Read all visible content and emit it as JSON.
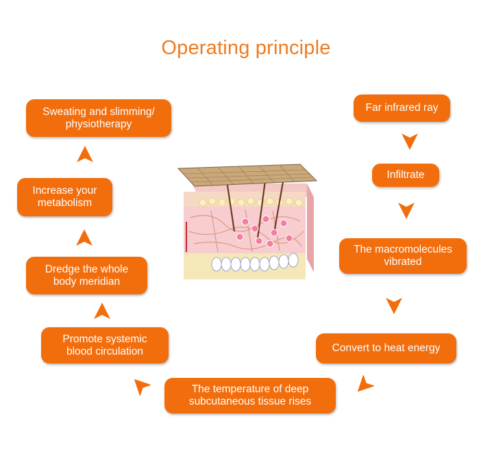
{
  "title": "Operating principle",
  "steps": [
    {
      "label": "Far infrared ray"
    },
    {
      "label": "Infiltrate"
    },
    {
      "label": "The macromolecules\nvibrated"
    },
    {
      "label": "Convert to heat energy"
    },
    {
      "label": "The temperature of deep\nsubcutaneous tissue rises"
    },
    {
      "label": "Promote systemic\nblood circulation"
    },
    {
      "label": "Dredge the whole\nbody meridian"
    },
    {
      "label": "Increase your\nmetabolism"
    },
    {
      "label": "Sweating and slimming/\nphysiotherapy"
    }
  ],
  "colors": {
    "accent": "#f26d0c",
    "title": "#f07a1e"
  },
  "illustration": "skin-layers-illustration"
}
